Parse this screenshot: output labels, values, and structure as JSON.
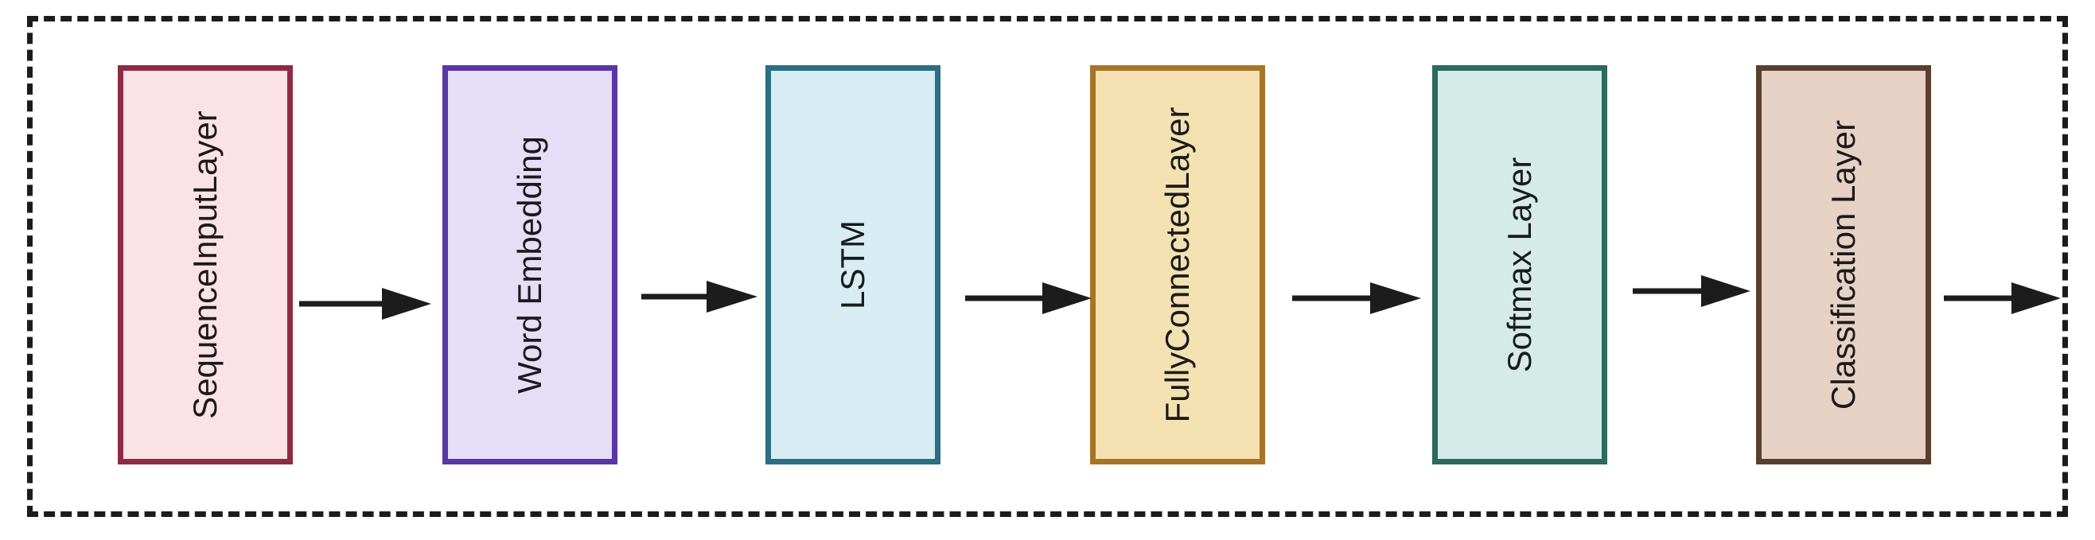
{
  "diagram": {
    "layers": [
      {
        "label": "SequenceInputLayer",
        "fill": "#fbe2e6",
        "border": "#8e2a43"
      },
      {
        "label": "Word Embedding",
        "fill": "#e4def7",
        "border": "#5a36a8"
      },
      {
        "label": "LSTM",
        "fill": "#d7edf3",
        "border": "#2a6f84"
      },
      {
        "label": "FullyConnectedLayer",
        "fill": "#f3e1b2",
        "border": "#a87426"
      },
      {
        "label": "Softmax Layer",
        "fill": "#d5ebe7",
        "border": "#2a6a5f"
      },
      {
        "label": "Classification Layer",
        "fill": "#e6d1c4",
        "border": "#5b3e2e"
      }
    ],
    "frame_color": "#1c1c1c",
    "arrow_color": "#1c1c1c"
  }
}
